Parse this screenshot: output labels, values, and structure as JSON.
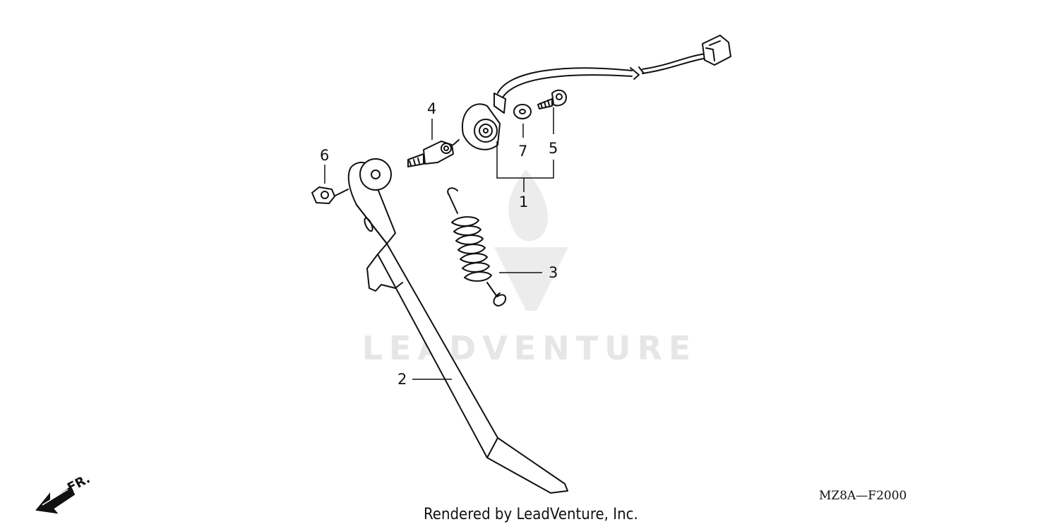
{
  "watermark": {
    "brand": "LEADVENTURE"
  },
  "callouts": {
    "c1": "1",
    "c2": "2",
    "c3": "3",
    "c4": "4",
    "c5": "5",
    "c6": "6",
    "c7": "7"
  },
  "direction_marker": {
    "label": "FR.",
    "icon": "front-direction-arrow"
  },
  "diagram_code": "MZ8A—F2000",
  "credit": "Rendered by LeadVenture, Inc.",
  "colors": {
    "line": "#111111",
    "watermark": "#e6e6e6",
    "background": "#ffffff"
  }
}
